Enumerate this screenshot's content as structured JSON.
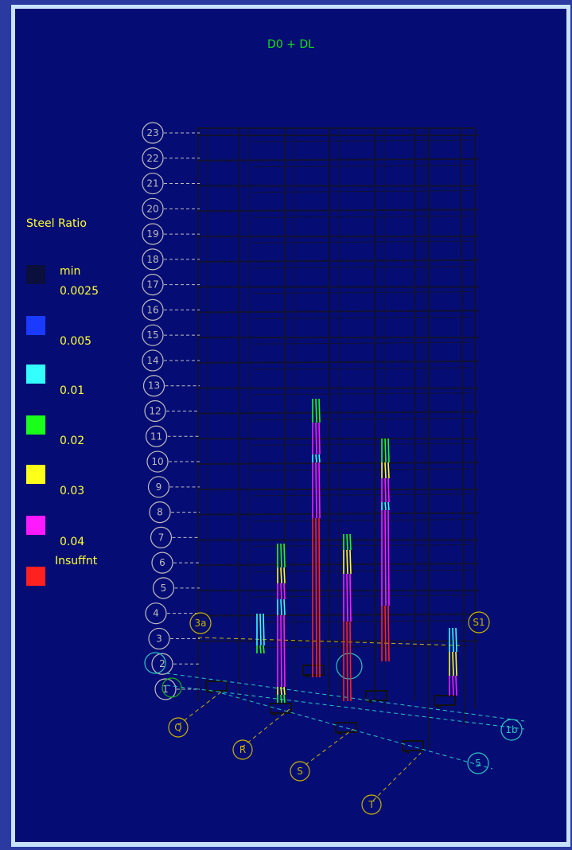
{
  "view": {
    "title": "D0 + DL",
    "colors": {
      "background": "#050d74",
      "frame": "#c7e2ff",
      "structure": "#111133",
      "level_bubble": "#bdbdbd",
      "grid_yellow": "#c8b400",
      "grid_cyan": "#2ec4c4",
      "title": "#14e014"
    }
  },
  "legend": {
    "title": "Steel Ratio",
    "swatches": [
      {
        "color": "#0a0f3c"
      },
      {
        "color": "#1a3bff"
      },
      {
        "color": "#33ffff"
      },
      {
        "color": "#19ff19"
      },
      {
        "color": "#ffff19"
      },
      {
        "color": "#ff19ff"
      },
      {
        "color": "#ff2020"
      }
    ],
    "labels": [
      "min",
      "0.0025",
      "0.005",
      "0.01",
      "0.02",
      "0.03",
      "0.04",
      "Insuffnt"
    ]
  },
  "levels": [
    "23",
    "22",
    "21",
    "20",
    "19",
    "18",
    "17",
    "16",
    "15",
    "14",
    "13",
    "12",
    "11",
    "10",
    "9",
    "8",
    "7",
    "6",
    "5",
    "4",
    "3",
    "2",
    "1"
  ],
  "grid_lines": {
    "letters": [
      "Q",
      "R",
      "S",
      "T"
    ],
    "others_yellow": [
      "3a",
      "S1"
    ],
    "others_cyan": [
      "1b",
      "5"
    ]
  }
}
